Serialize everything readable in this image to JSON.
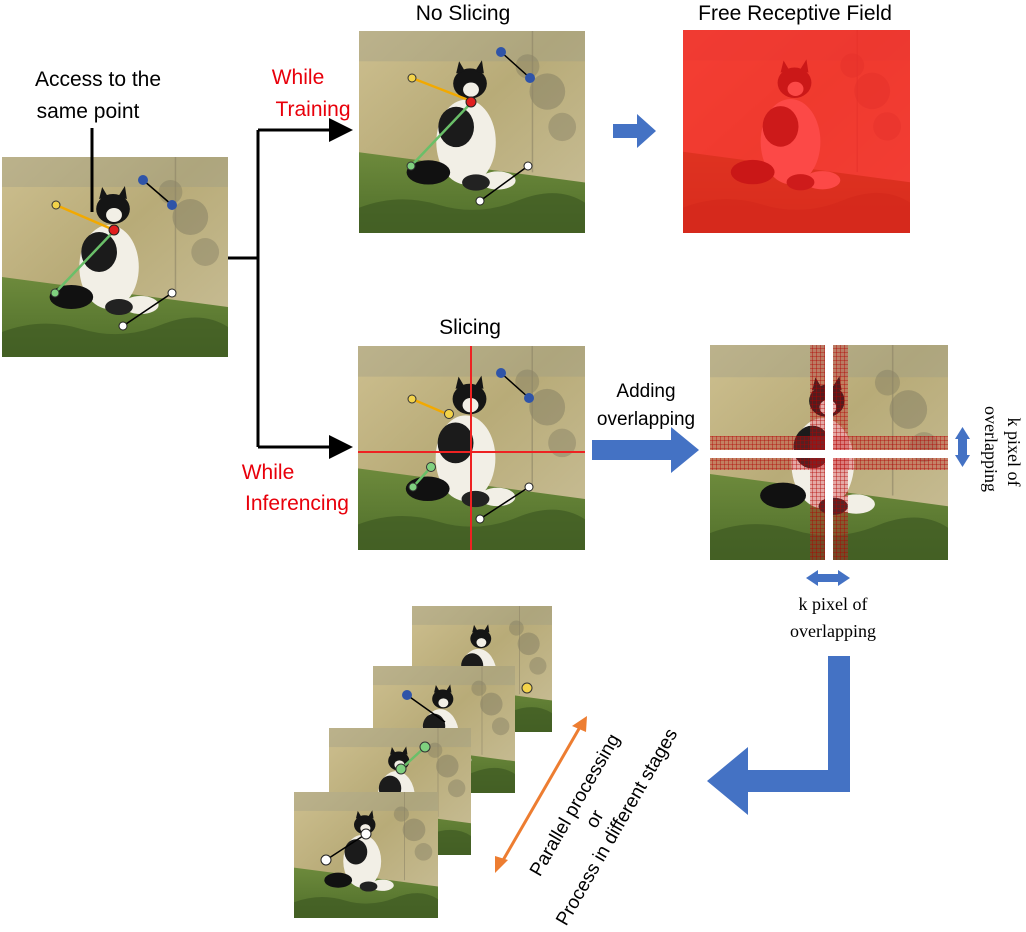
{
  "labels": {
    "access_line1": "Access to the",
    "access_line2": "same point",
    "no_slicing": "No Slicing",
    "free_receptive_field": "Free Receptive Field",
    "while_training_1": "While",
    "while_training_2": "Training",
    "while_inferencing_1": "While",
    "while_inferencing_2": "Inferencing",
    "slicing": "Slicing",
    "adding_1": "Adding",
    "adding_2": "overlapping",
    "kpix_right_1": "k pixel of",
    "kpix_right_2": "overlapping",
    "kpix_bottom_1": "k pixel of",
    "kpix_bottom_2": "overlapping",
    "parallel_1": "Parallel processing",
    "parallel_2": "or",
    "parallel_3": "Process in different stages"
  },
  "colors": {
    "text_red": "#e8000b",
    "flow_arrow": "#4472c4",
    "double_arrow": "#ed7d31",
    "line_orange": "#f2a900",
    "line_green": "#6abf69",
    "point_red": "#e01e1e",
    "point_blue": "#2f54a8",
    "point_yellow": "#f3d34a",
    "point_green": "#7fd07f",
    "point_white": "#ffffff",
    "slice_line": "#ee2222",
    "overlay_red": "#ff1a1a"
  }
}
